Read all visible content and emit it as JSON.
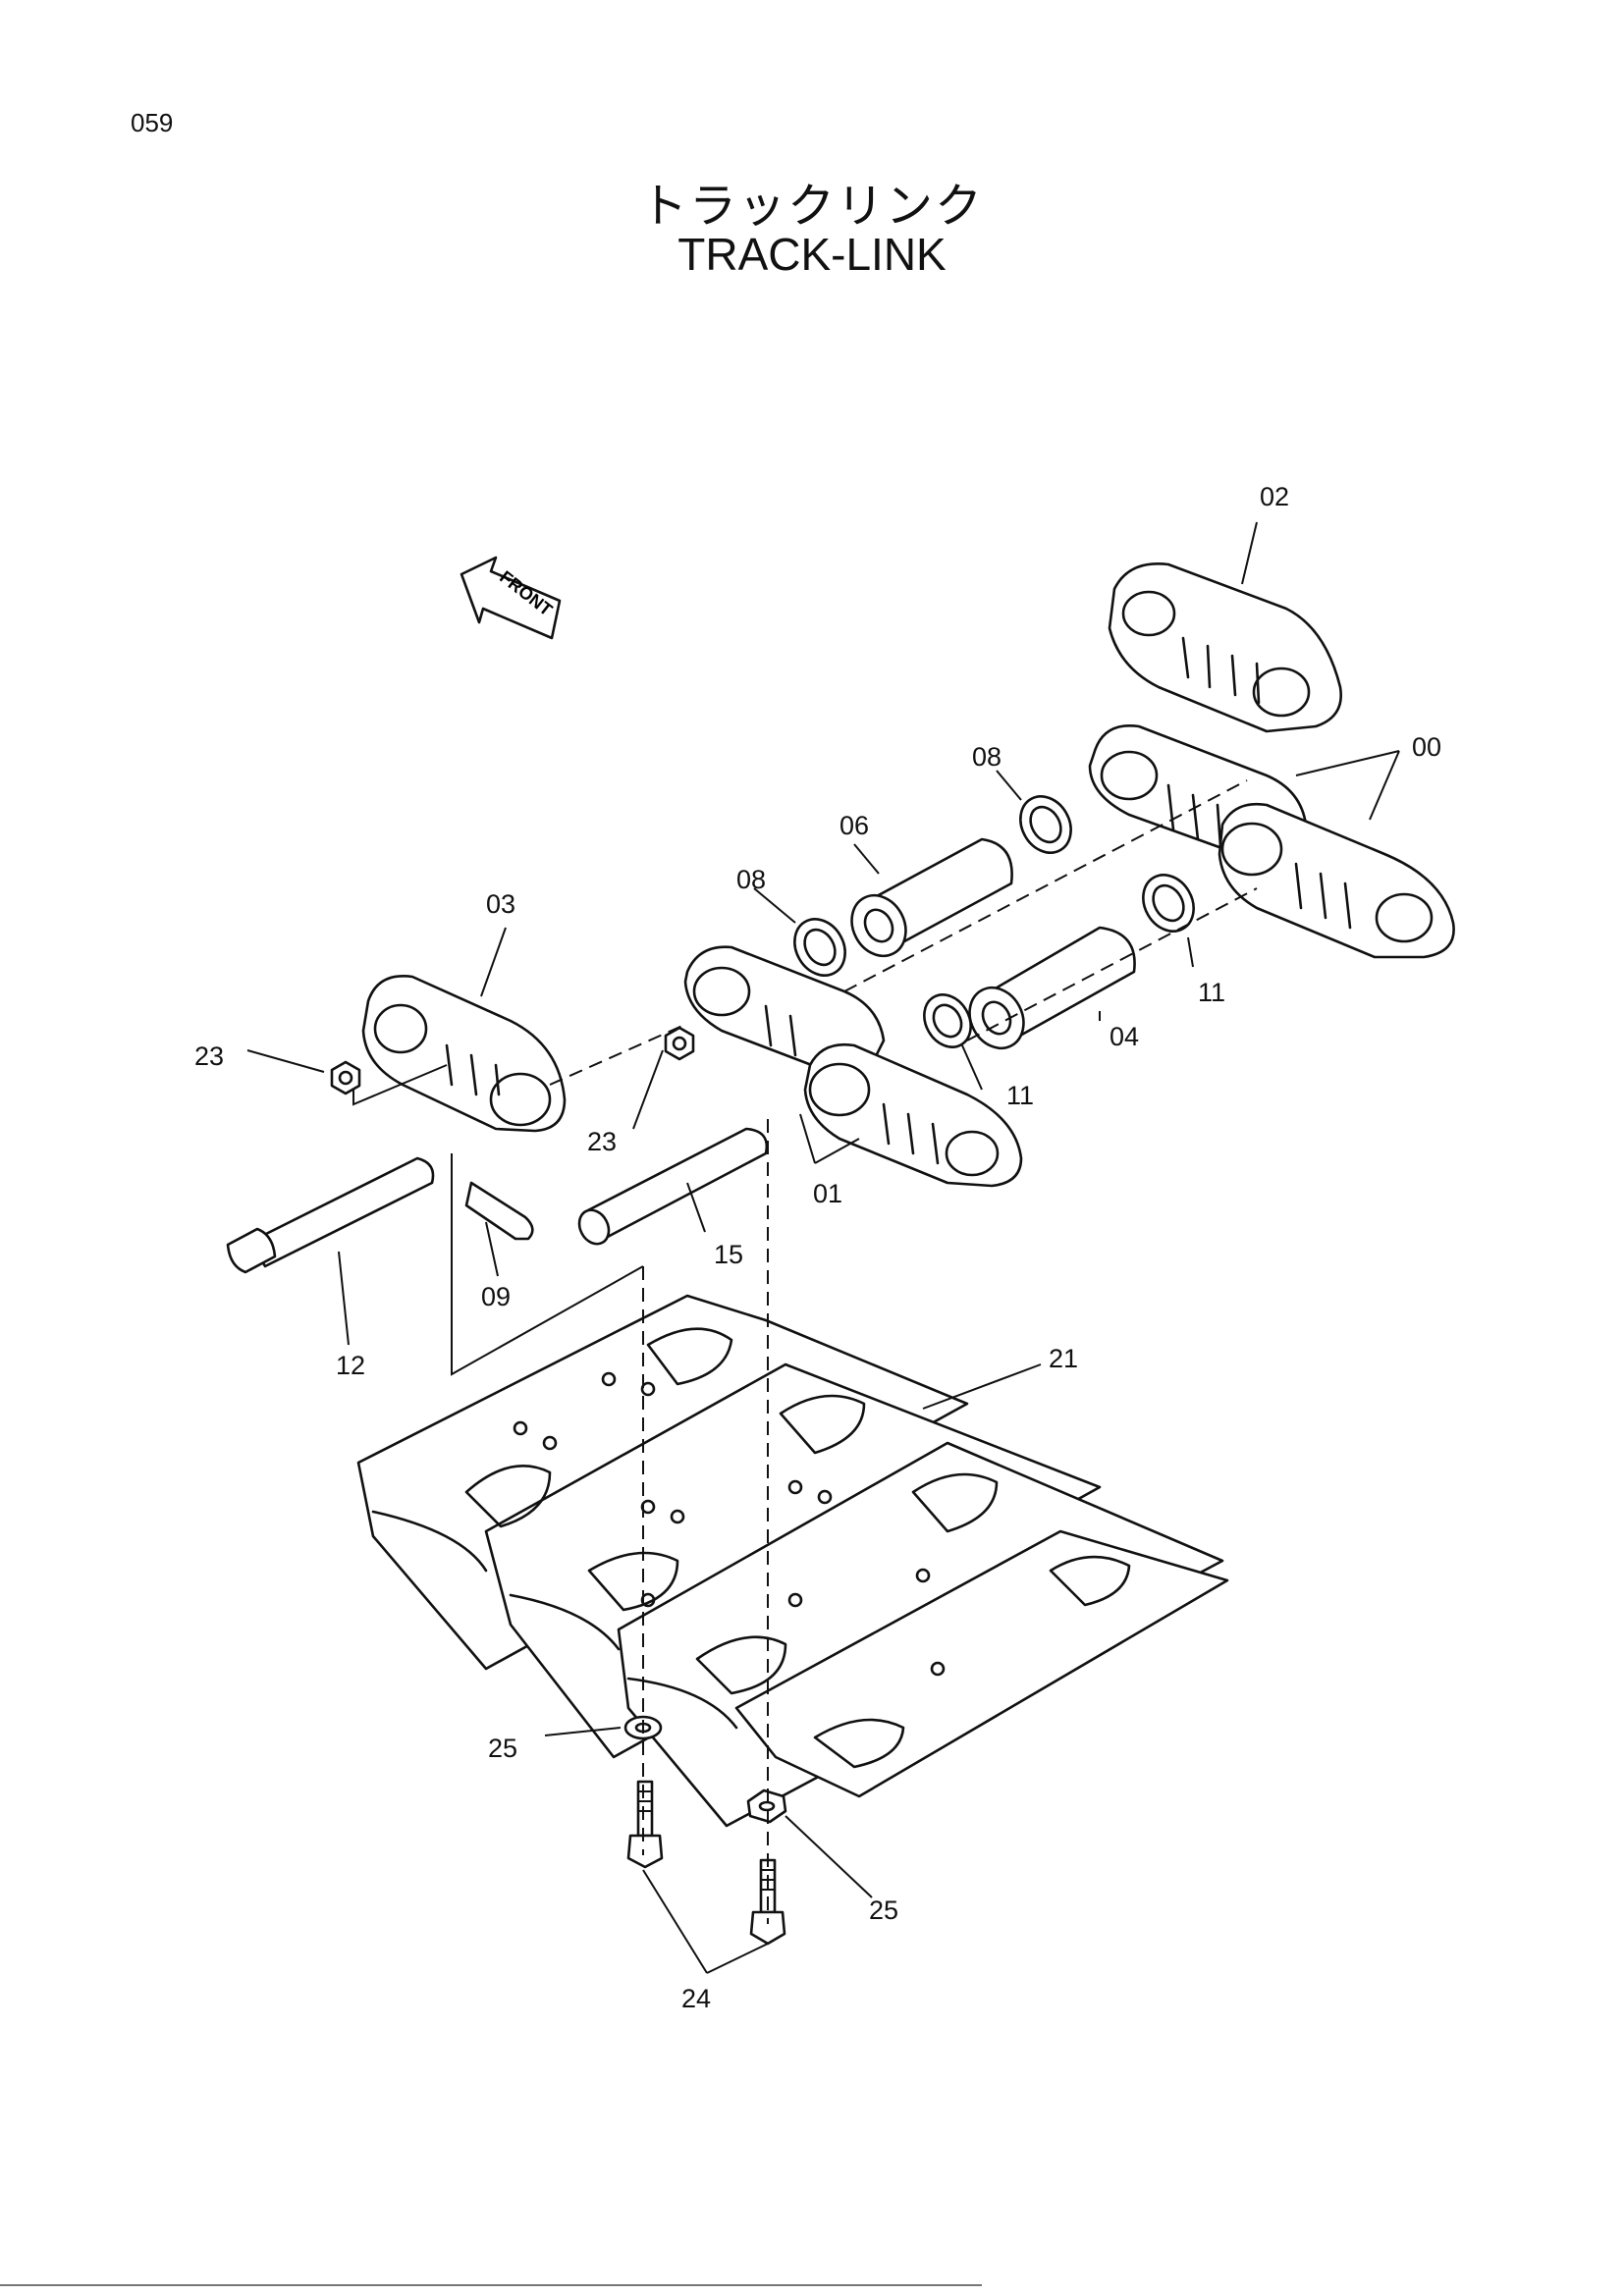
{
  "page": {
    "number": "059"
  },
  "title": {
    "ja": "トラックリンク",
    "en": "TRACK-LINK"
  },
  "front_marker": {
    "label": "FRONT"
  },
  "callouts": {
    "c00": "00",
    "c01": "01",
    "c02": "02",
    "c03": "03",
    "c04": "04",
    "c06": "06",
    "c08a": "08",
    "c08b": "08",
    "c09": "09",
    "c11a": "11",
    "c11b": "11",
    "c12": "12",
    "c15": "15",
    "c21": "21",
    "c23a": "23",
    "c23b": "23",
    "c24": "24",
    "c25a": "25",
    "c25b": "25"
  }
}
